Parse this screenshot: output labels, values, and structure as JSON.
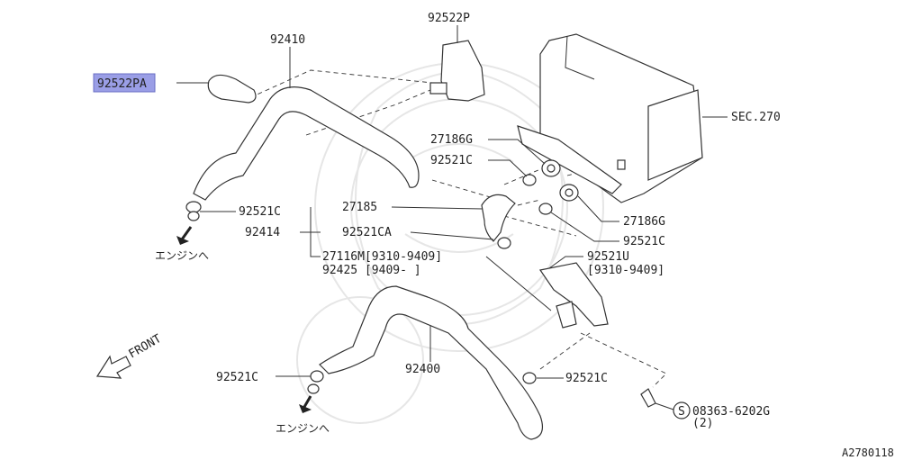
{
  "diagram": {
    "labels": {
      "p92522PA": "92522PA",
      "p92522P": "92522P",
      "p92410": "92410",
      "sec270": "SEC.270",
      "p27186G_top": "27186G",
      "p92521C_top": "92521C",
      "p92521C_left": "92521C",
      "p27185": "27185",
      "p92414": "92414",
      "p92521CA": "92521CA",
      "p27186G_right": "27186G",
      "p92521C_right": "92521C",
      "p27116M": "27116M[9310-9409]",
      "p92425": "92425 [9409-   ]",
      "p92521U": "92521U",
      "p92521U_range": "[9310-9409]",
      "p92400": "92400",
      "p92521C_lower_left": "92521C",
      "p92521C_lower_right": "92521C",
      "bolt_code": "08363-6202G",
      "bolt_qty": "(2)",
      "bolt_symbol": "S",
      "front": "FRONT",
      "to_engine_1": "エンジンへ",
      "to_engine_2": "エンジンへ",
      "figure_code": "A2780118"
    },
    "colors": {
      "highlight": "#9a9ee6",
      "line": "#333333",
      "watermark": "#e6e6e6"
    }
  }
}
